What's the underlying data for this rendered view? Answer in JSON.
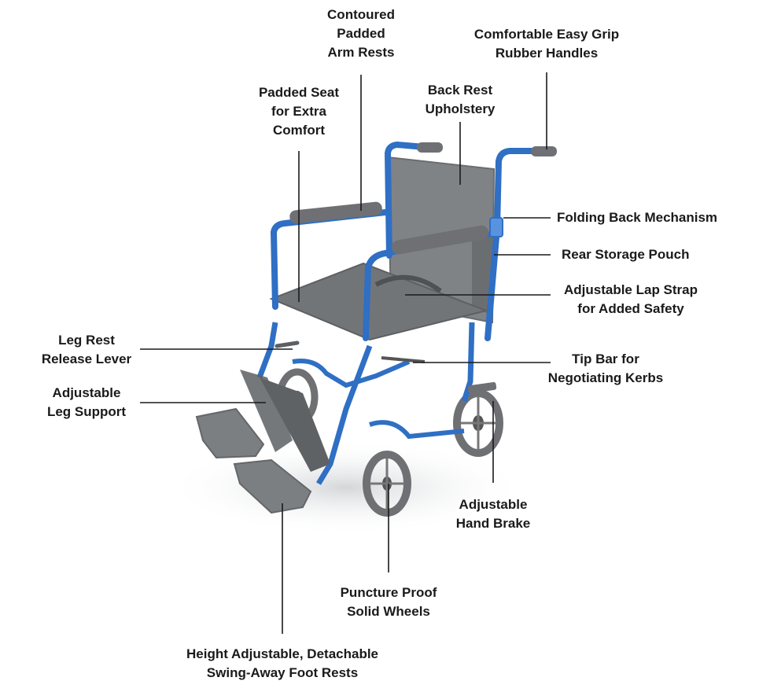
{
  "callouts": {
    "arm_rests": [
      "Contoured",
      "Padded",
      "Arm Rests"
    ],
    "handles": [
      "Comfortable Easy Grip",
      "Rubber Handles"
    ],
    "padded_seat": [
      "Padded Seat",
      "for Extra",
      "Comfort"
    ],
    "back_rest": [
      "Back Rest",
      "Upholstery"
    ],
    "folding_back": [
      "Folding Back Mechanism"
    ],
    "storage_pouch": [
      "Rear Storage Pouch"
    ],
    "lap_strap": [
      "Adjustable Lap Strap",
      "for Added Safety"
    ],
    "leg_rest_lever": [
      "Leg Rest",
      "Release Lever"
    ],
    "tip_bar": [
      "Tip Bar for",
      "Negotiating Kerbs"
    ],
    "leg_support": [
      "Adjustable",
      "Leg Support"
    ],
    "hand_brake": [
      "Adjustable",
      "Hand Brake"
    ],
    "wheels": [
      "Puncture Proof",
      "Solid Wheels"
    ],
    "foot_rests": [
      "Height Adjustable, Detachable",
      "Swing-Away Foot Rests"
    ]
  },
  "colors": {
    "frame": "#2f6fc4",
    "frame_light": "#5a93dd",
    "upholstery": "#7c7f82",
    "upholstery_dark": "#5d6063",
    "tyre": "#6e7073",
    "leader": "#1a1a1a"
  }
}
